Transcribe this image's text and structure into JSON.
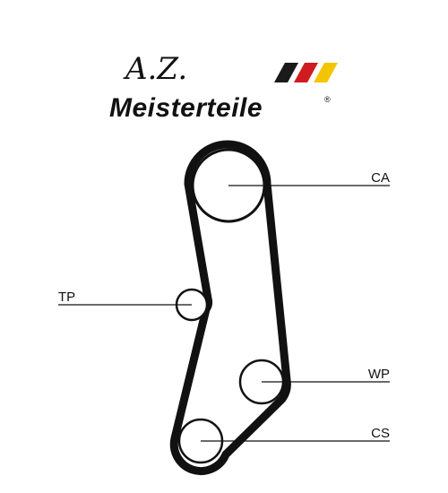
{
  "logo": {
    "script": "A.Z.",
    "brand": "Meisterteile",
    "registered": "®",
    "flag_colors": [
      "#1a1a1a",
      "#d01c1f",
      "#f5c400"
    ]
  },
  "belt_color": "#111111",
  "labels": {
    "ca": "CA",
    "tp": "TP",
    "wp": "WP",
    "cs": "CS"
  }
}
